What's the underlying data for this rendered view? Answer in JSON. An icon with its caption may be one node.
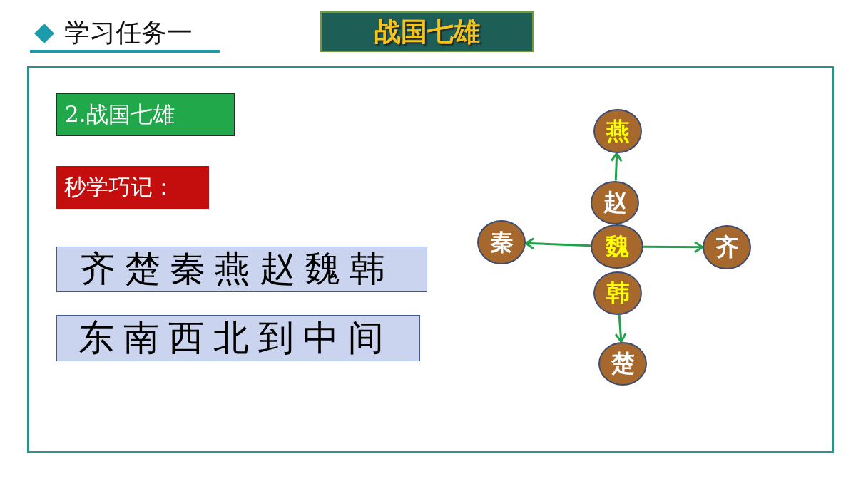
{
  "diagram": {
    "title": "战国七雄",
    "nodes": [
      {
        "text": [
          "2.战国七雄"
        ]
      },
      {
        "text": [
          "秒学巧记："
        ]
      },
      {
        "text": [
          "齐楚秦燕赵魏韩"
        ]
      },
      {
        "text": [
          "东南西北到中间"
        ]
      },
      {
        "text": [
          "燕"
        ]
      },
      {
        "text": [
          "赵"
        ]
      },
      {
        "text": [
          "秦"
        ]
      },
      {
        "text": [
          "魏"
        ]
      },
      {
        "text": [
          "齐"
        ]
      },
      {
        "text": [
          "韩"
        ]
      },
      {
        "text": [
          "楚"
        ]
      }
    ],
    "edges": [
      {
        "from": 5,
        "to": 4,
        "arrow": "to"
      },
      {
        "from": 7,
        "to": 6,
        "arrow": "to"
      },
      {
        "from": 7,
        "to": 8,
        "arrow": "to"
      },
      {
        "from": 9,
        "to": 10,
        "arrow": "to"
      }
    ],
    "labels": [
      "学习任务一"
    ]
  }
}
